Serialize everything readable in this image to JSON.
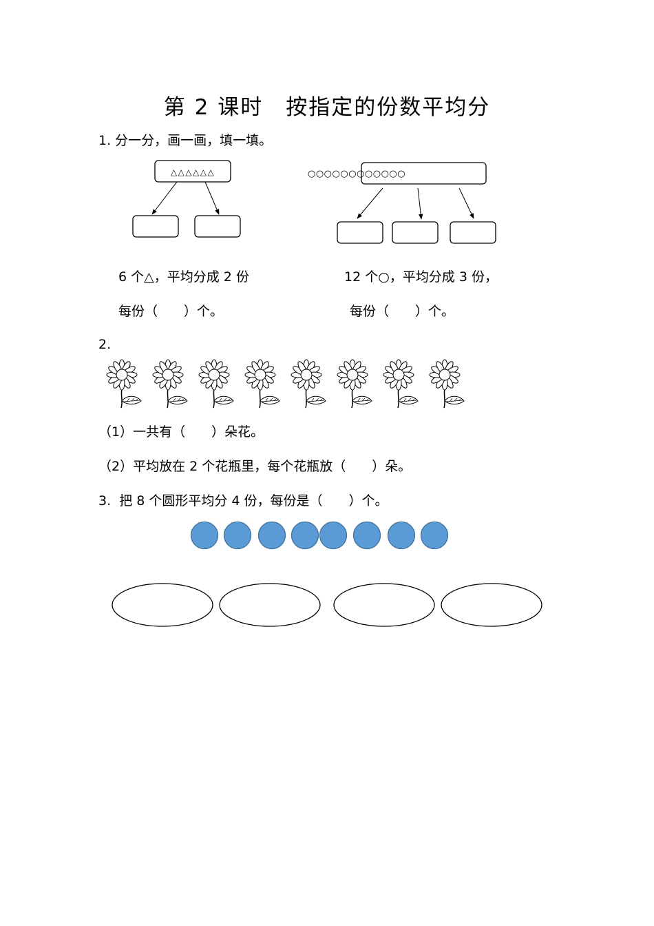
{
  "title": "第 2 课时　按指定的份数平均分",
  "q1": {
    "heading": "1. 分一分，画一画，填一填。",
    "left": {
      "box_content": "△△△△△△",
      "statement": "6 个△，平均分成 2 份",
      "answer": "每份（　　）个。"
    },
    "right": {
      "box_content": "○○○○○○○○○○○○",
      "statement": "12 个○，平均分成 3 份，",
      "answer": "每份（　　）个。"
    }
  },
  "q2": {
    "heading": "2.",
    "flower_count": 8,
    "sub1": "（1）一共有（　　）朵花。",
    "sub2": "（2）平均放在 2 个花瓶里，每个花瓶放（　　）朵。"
  },
  "q3": {
    "heading": "3.  把 8 个圆形平均分 4 份，每份是（　　）个。",
    "circle_count": 8,
    "circle_color": "#5b9bd5",
    "circle_stroke": "#41719c",
    "group_count": 4
  }
}
